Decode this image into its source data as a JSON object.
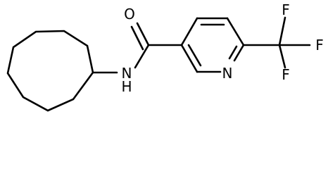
{
  "molecule": {
    "atom_labels": {
      "oxygen": "O",
      "amide_n": "N",
      "amide_h": "H",
      "pyridine_n": "N",
      "fluorine_top": "F",
      "fluorine_right": "F",
      "fluorine_bottom": "F"
    },
    "colors": {
      "bond": "#000000",
      "background": "#ffffff"
    }
  }
}
